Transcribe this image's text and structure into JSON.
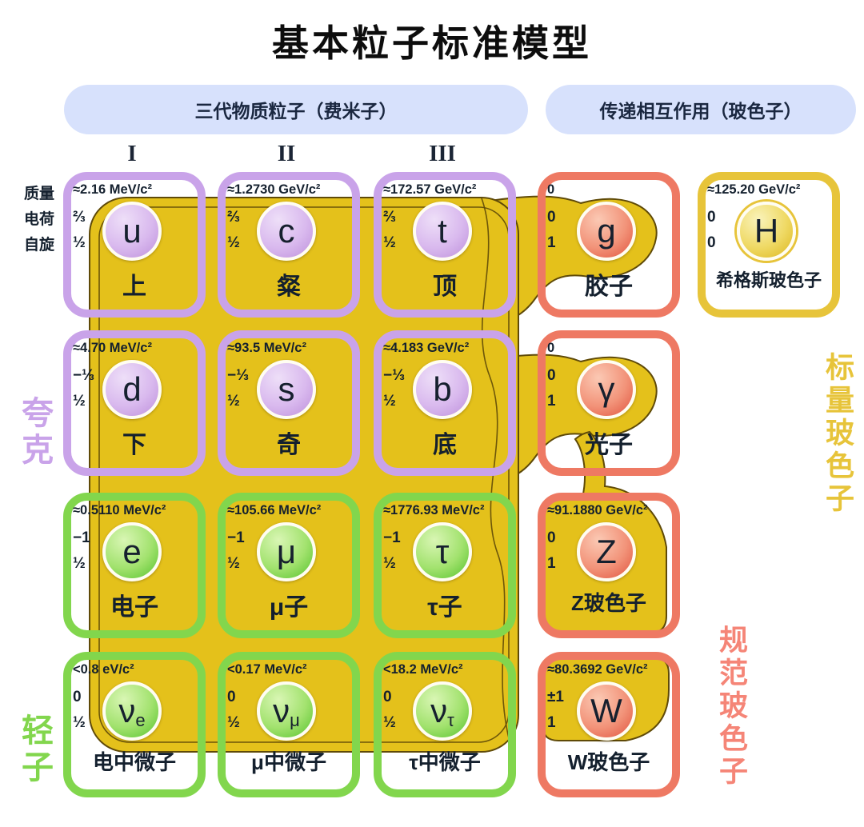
{
  "title": "基本粒子标准模型",
  "headers": {
    "fermions_pill": "三代物质粒子（费米子）",
    "bosons_pill": "传递相互作用（玻色子）"
  },
  "generations": [
    "I",
    "II",
    "III"
  ],
  "row_labels": {
    "mass": "质量",
    "charge": "电荷",
    "spin": "自旋"
  },
  "side_labels": {
    "quarks": "夸克",
    "leptons": "轻子",
    "scalar_bosons": "标量玻色子",
    "gauge_bosons": "规范玻色子"
  },
  "colors": {
    "background": "#ffffff",
    "field": "#e4c11b",
    "field-outline": "#5f4a08",
    "pill-bg": "#d7e1fc",
    "text": "#14202e",
    "gauge-label": "#f58577"
  },
  "families": {
    "quark": {
      "border": "#c9a3e9",
      "c1": "#eedff8",
      "c2": "#d9b9ee",
      "c3": "#bd8fdb"
    },
    "lepton": {
      "border": "#82d64d",
      "c1": "#d9f6b4",
      "c2": "#a2e26e",
      "c3": "#55c22c"
    },
    "gauge": {
      "border": "#ee7963",
      "c1": "#fbc9b4",
      "c2": "#f29379",
      "c3": "#e0523d"
    },
    "higgs": {
      "border": "#e7c43a",
      "c1": "#faf3bb",
      "c2": "#efd964",
      "c3": "#dcb61c"
    }
  },
  "particles": [
    {
      "symbol": "u",
      "sub": "",
      "mass": "≈2.16 MeV/c²",
      "charge": "⅔",
      "spin": "½",
      "name": "上",
      "family": "quark",
      "col": 0,
      "row": 0
    },
    {
      "symbol": "c",
      "sub": "",
      "mass": "≈1.2730 GeV/c²",
      "charge": "⅔",
      "spin": "½",
      "name": "粲",
      "family": "quark",
      "col": 1,
      "row": 0
    },
    {
      "symbol": "t",
      "sub": "",
      "mass": "≈172.57 GeV/c²",
      "charge": "⅔",
      "spin": "½",
      "name": "顶",
      "family": "quark",
      "col": 2,
      "row": 0
    },
    {
      "symbol": "g",
      "sub": "",
      "mass": "0",
      "charge": "0",
      "spin": "1",
      "name": "胶子",
      "family": "gauge",
      "col": 3,
      "row": 0
    },
    {
      "symbol": "H",
      "sub": "",
      "mass": "≈125.20 GeV/c²",
      "charge": "0",
      "spin": "0",
      "name": "希格斯玻色子",
      "family": "higgs",
      "col": 4,
      "row": 0
    },
    {
      "symbol": "d",
      "sub": "",
      "mass": "≈4.70 MeV/c²",
      "charge": "−⅓",
      "spin": "½",
      "name": "下",
      "family": "quark",
      "col": 0,
      "row": 1
    },
    {
      "symbol": "s",
      "sub": "",
      "mass": "≈93.5 MeV/c²",
      "charge": "−⅓",
      "spin": "½",
      "name": "奇",
      "family": "quark",
      "col": 1,
      "row": 1
    },
    {
      "symbol": "b",
      "sub": "",
      "mass": "≈4.183 GeV/c²",
      "charge": "−⅓",
      "spin": "½",
      "name": "底",
      "family": "quark",
      "col": 2,
      "row": 1
    },
    {
      "symbol": "γ",
      "sub": "",
      "mass": "0",
      "charge": "0",
      "spin": "1",
      "name": "光子",
      "family": "gauge",
      "col": 3,
      "row": 1
    },
    {
      "symbol": "e",
      "sub": "",
      "mass": "≈0.5110 MeV/c²",
      "charge": "−1",
      "spin": "½",
      "name": "电子",
      "family": "lepton",
      "col": 0,
      "row": 2
    },
    {
      "symbol": "μ",
      "sub": "",
      "mass": "≈105.66 MeV/c²",
      "charge": "−1",
      "spin": "½",
      "name": "μ子",
      "family": "lepton",
      "col": 1,
      "row": 2
    },
    {
      "symbol": "τ",
      "sub": "",
      "mass": "≈1776.93 MeV/c²",
      "charge": "−1",
      "spin": "½",
      "name": "τ子",
      "family": "lepton",
      "col": 2,
      "row": 2
    },
    {
      "symbol": "Z",
      "sub": "",
      "mass": "≈91.1880 GeV/c²",
      "charge": "0",
      "spin": "1",
      "name": "Z玻色子",
      "family": "gauge",
      "col": 3,
      "row": 2
    },
    {
      "symbol": "ν",
      "sub": "e",
      "mass": "<0.8 eV/c²",
      "charge": "0",
      "spin": "½",
      "name": "电中微子",
      "family": "lepton",
      "col": 0,
      "row": 3
    },
    {
      "symbol": "ν",
      "sub": "μ",
      "mass": "<0.17 MeV/c²",
      "charge": "0",
      "spin": "½",
      "name": "μ中微子",
      "family": "lepton",
      "col": 1,
      "row": 3
    },
    {
      "symbol": "ν",
      "sub": "τ",
      "mass": "<18.2 MeV/c²",
      "charge": "0",
      "spin": "½",
      "name": "τ中微子",
      "family": "lepton",
      "col": 2,
      "row": 3
    },
    {
      "symbol": "W",
      "sub": "",
      "mass": "≈80.3692 GeV/c²",
      "charge": "±1",
      "spin": "1",
      "name": "W玻色子",
      "family": "gauge",
      "col": 3,
      "row": 3
    }
  ]
}
